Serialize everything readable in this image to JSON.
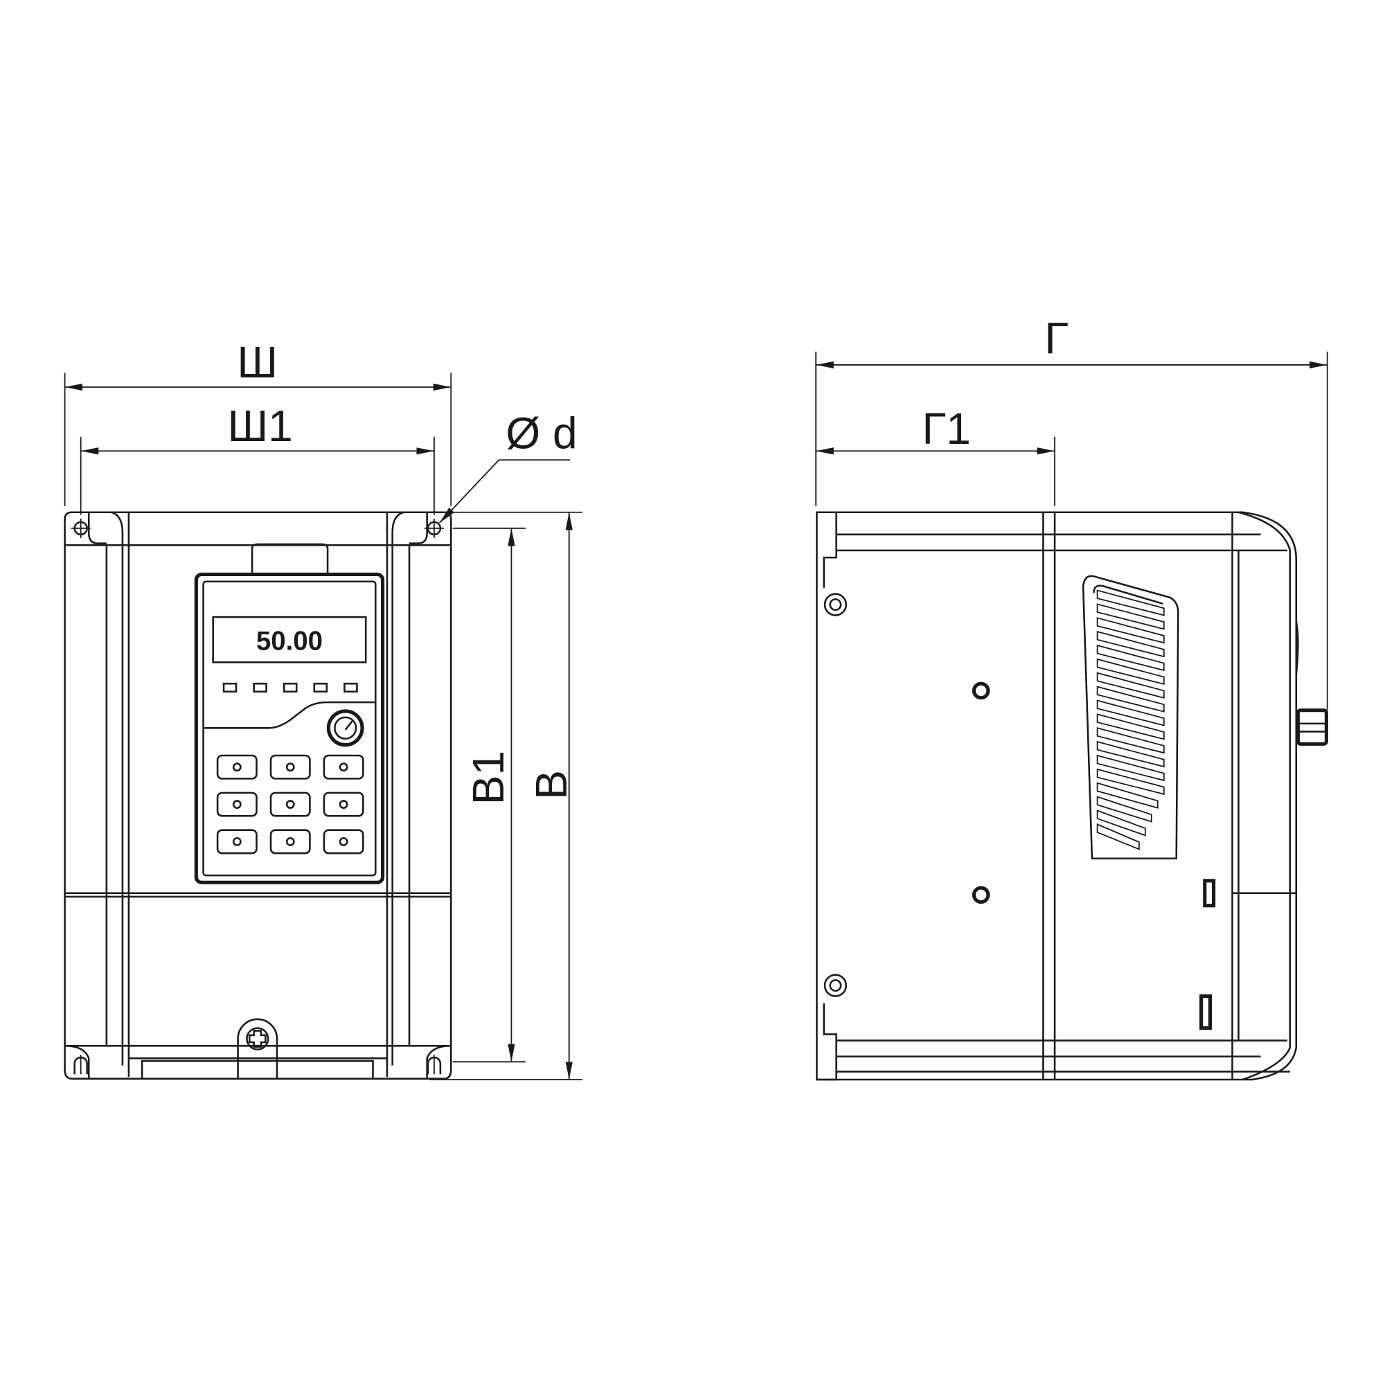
{
  "front_view": {
    "display_value": "50.00",
    "dim_width": "Ш",
    "dim_width_mount": "Ш1",
    "dim_hole": "Ø d",
    "dim_height_mount": "В1",
    "dim_height": "В"
  },
  "side_view": {
    "dim_depth": "Г",
    "dim_depth_mount": "Г1"
  },
  "colors": {
    "line": "#1a1a1a",
    "background": "#ffffff"
  }
}
